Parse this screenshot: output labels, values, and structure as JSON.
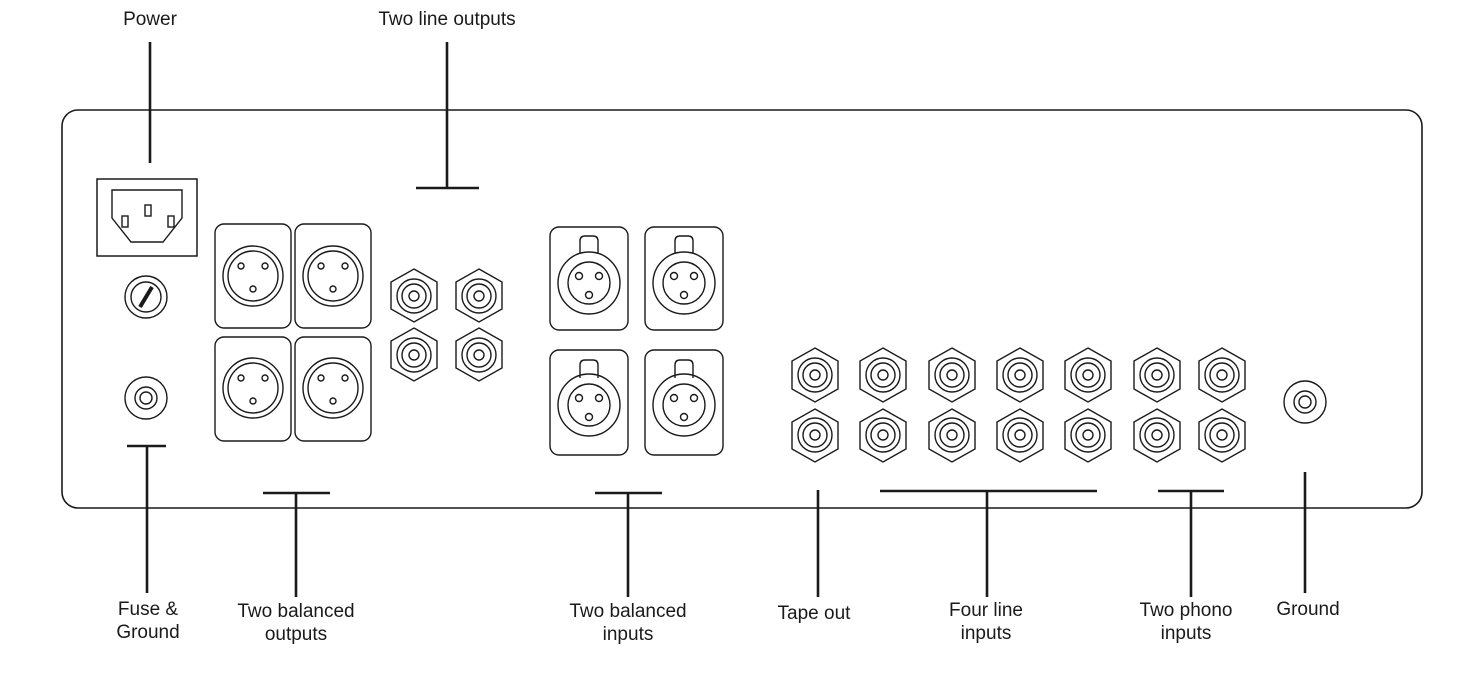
{
  "labels": {
    "power": "Power",
    "line_outputs": "Two line outputs",
    "fuse_ground": [
      "Fuse &",
      "Ground"
    ],
    "balanced_outputs": [
      "Two balanced",
      "outputs"
    ],
    "balanced_inputs": [
      "Two balanced",
      "inputs"
    ],
    "tape_out": "Tape out",
    "line_inputs": [
      "Four line",
      "inputs"
    ],
    "phono_inputs": [
      "Two phono",
      "inputs"
    ],
    "ground": "Ground"
  },
  "components": {
    "iec_inlet": "power-inlet-icon",
    "fuse": "fuse-holder-icon",
    "ground_post": "ground-terminal-icon",
    "xlr_male": "xlr-male-connector-icon",
    "xlr_female": "xlr-female-connector-icon",
    "rca": "rca-jack-icon"
  },
  "colors": {
    "stroke": "#1a1a1a",
    "background": "#ffffff"
  }
}
